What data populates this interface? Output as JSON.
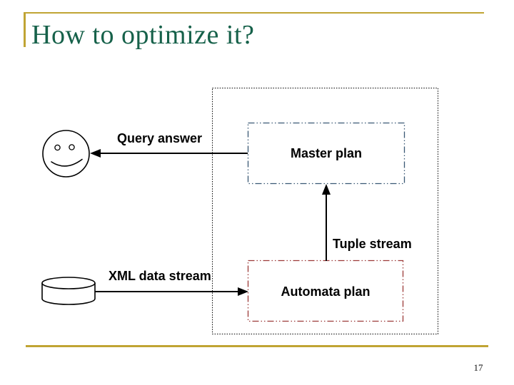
{
  "slide": {
    "title": "How to optimize it?",
    "page_number": "17"
  },
  "diagram": {
    "query_answer_label": "Query answer",
    "master_plan_label": "Master plan",
    "tuple_stream_label": "Tuple stream",
    "xml_data_stream_label": "XML data stream",
    "automata_plan_label": "Automata plan",
    "icons": {
      "user": "smiley-face-icon",
      "data_source": "database-cylinder-icon"
    }
  },
  "colors": {
    "accent_gold": "#C0A434",
    "title_green": "#16614A",
    "master_plan_border": "#3A5874",
    "automata_plan_border": "#9C3A38",
    "outer_box_border": "#000000",
    "arrow_black": "#000000"
  }
}
